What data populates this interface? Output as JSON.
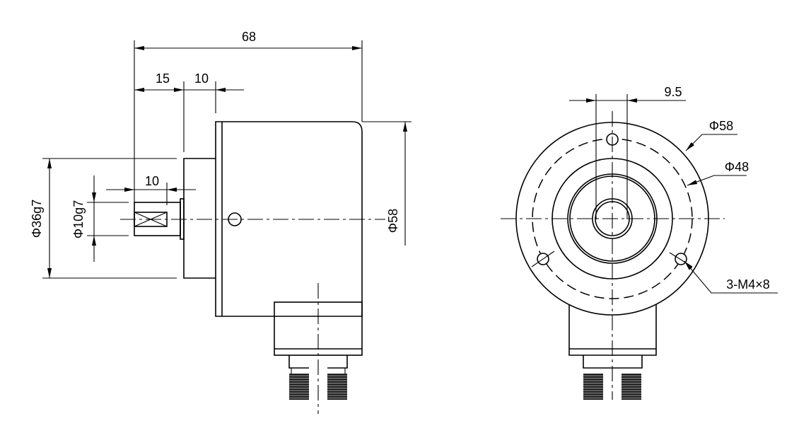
{
  "side_view": {
    "dim_overall_length": "68",
    "dim_shaft_to_flange": "15",
    "dim_flange_thickness": "10",
    "dim_shaft_flat": "10",
    "dim_flange_diameter": "Φ36g7",
    "dim_shaft_diameter": "Φ10g7",
    "dim_body_diameter": "Φ58"
  },
  "front_view": {
    "dim_shaft_flat_width": "9.5",
    "dim_outer_diameter": "Φ58",
    "dim_bolt_circle": "Φ48",
    "dim_mounting_holes": "3-M4×8"
  }
}
